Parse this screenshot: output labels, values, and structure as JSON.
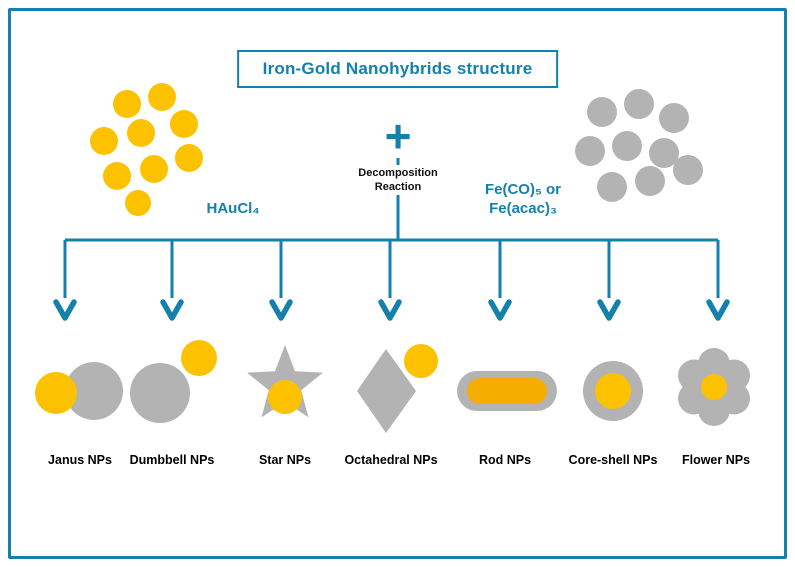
{
  "title": "Iron-Gold Nanohybrids structure",
  "colors": {
    "teal": "#1480ac",
    "gold": "#fcc200",
    "rod_gold": "#f5ad00",
    "gray": "#b3b3b3",
    "text_dark": "#111111",
    "background": "#ffffff"
  },
  "reactants": {
    "plus_sign": "+",
    "reaction_line1": "Decomposition",
    "reaction_line2": "Reaction",
    "gold_precursor": "HAuCl₄",
    "iron_precursor_line1": "Fe(CO)₅ or",
    "iron_precursor_line2": "Fe(acac)₃"
  },
  "products": [
    {
      "label": "Janus NPs",
      "icon": "janus-np-icon"
    },
    {
      "label": "Dumbbell NPs",
      "icon": "dumbbell-np-icon"
    },
    {
      "label": "Star NPs",
      "icon": "star-np-icon"
    },
    {
      "label": "Octahedral NPs",
      "icon": "octahedral-np-icon"
    },
    {
      "label": "Rod NPs",
      "icon": "rod-np-icon"
    },
    {
      "label": "Core-shell NPs",
      "icon": "core-shell-np-icon"
    },
    {
      "label": "Flower NPs",
      "icon": "flower-np-icon"
    }
  ]
}
